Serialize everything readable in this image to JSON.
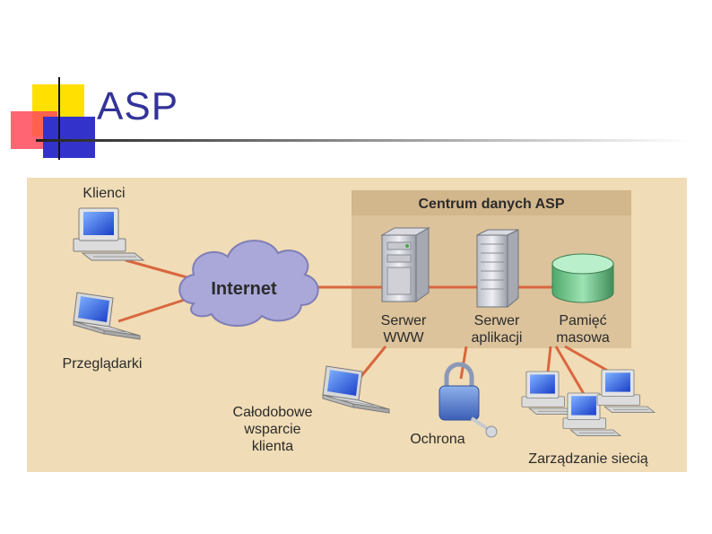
{
  "slide": {
    "title": "ASP"
  },
  "diagram": {
    "data_center_title": "Centrum danych ASP",
    "internet_label": "Internet",
    "clients_label": "Klienci",
    "browsers_label": "Przeglądarki",
    "web_server_label": [
      "Serwer",
      "WWW"
    ],
    "app_server_label": [
      "Serwer",
      "aplikacji"
    ],
    "storage_label": [
      "Pamięć",
      "masowa"
    ],
    "support_label": [
      "Całodobowe",
      "wsparcie",
      "klienta"
    ],
    "security_label": "Ochrona",
    "network_mgmt_label": "Zarządzanie siecią"
  },
  "colors": {
    "title": "#333399",
    "panel_bg": "#f0dcb6",
    "datacenter_bg": "#dcc39b",
    "link_line": "#d9673f",
    "cloud": "#a9a8d9",
    "storage": "#6fc28a"
  },
  "icons": {
    "clients": "desktop-computer-icon",
    "browsers": "laptop-icon",
    "web_server": "server-tower-icon",
    "app_server": "server-rack-icon",
    "storage": "database-cylinder-icon",
    "support": "laptop-icon",
    "security": "padlock-key-icon",
    "network": "desktop-computer-icon"
  }
}
